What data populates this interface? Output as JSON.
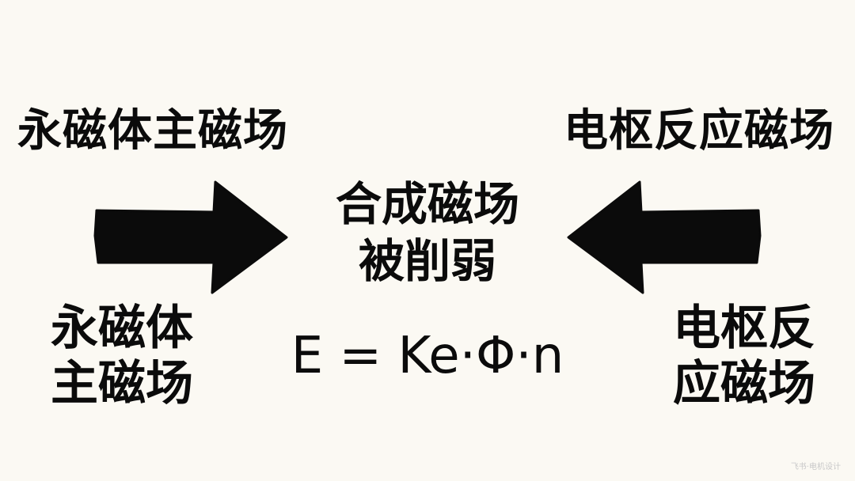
{
  "diagram": {
    "left_top_label": "永磁体主磁场",
    "right_top_label": "电枢反应磁场",
    "center_label_lines": [
      "合成磁场",
      "被削弱"
    ],
    "left_bottom_lines": [
      "永磁体",
      "主磁场"
    ],
    "right_bottom_lines": [
      "电枢反",
      "应磁场"
    ],
    "formula": "E = Ke·Φ·n",
    "left_arrow_icon": "arrow-right-icon",
    "right_arrow_icon": "arrow-left-icon",
    "arrow_color": "#0b0b0b",
    "background_color": "#fbf9f3"
  },
  "watermark": "飞书·电机设计"
}
